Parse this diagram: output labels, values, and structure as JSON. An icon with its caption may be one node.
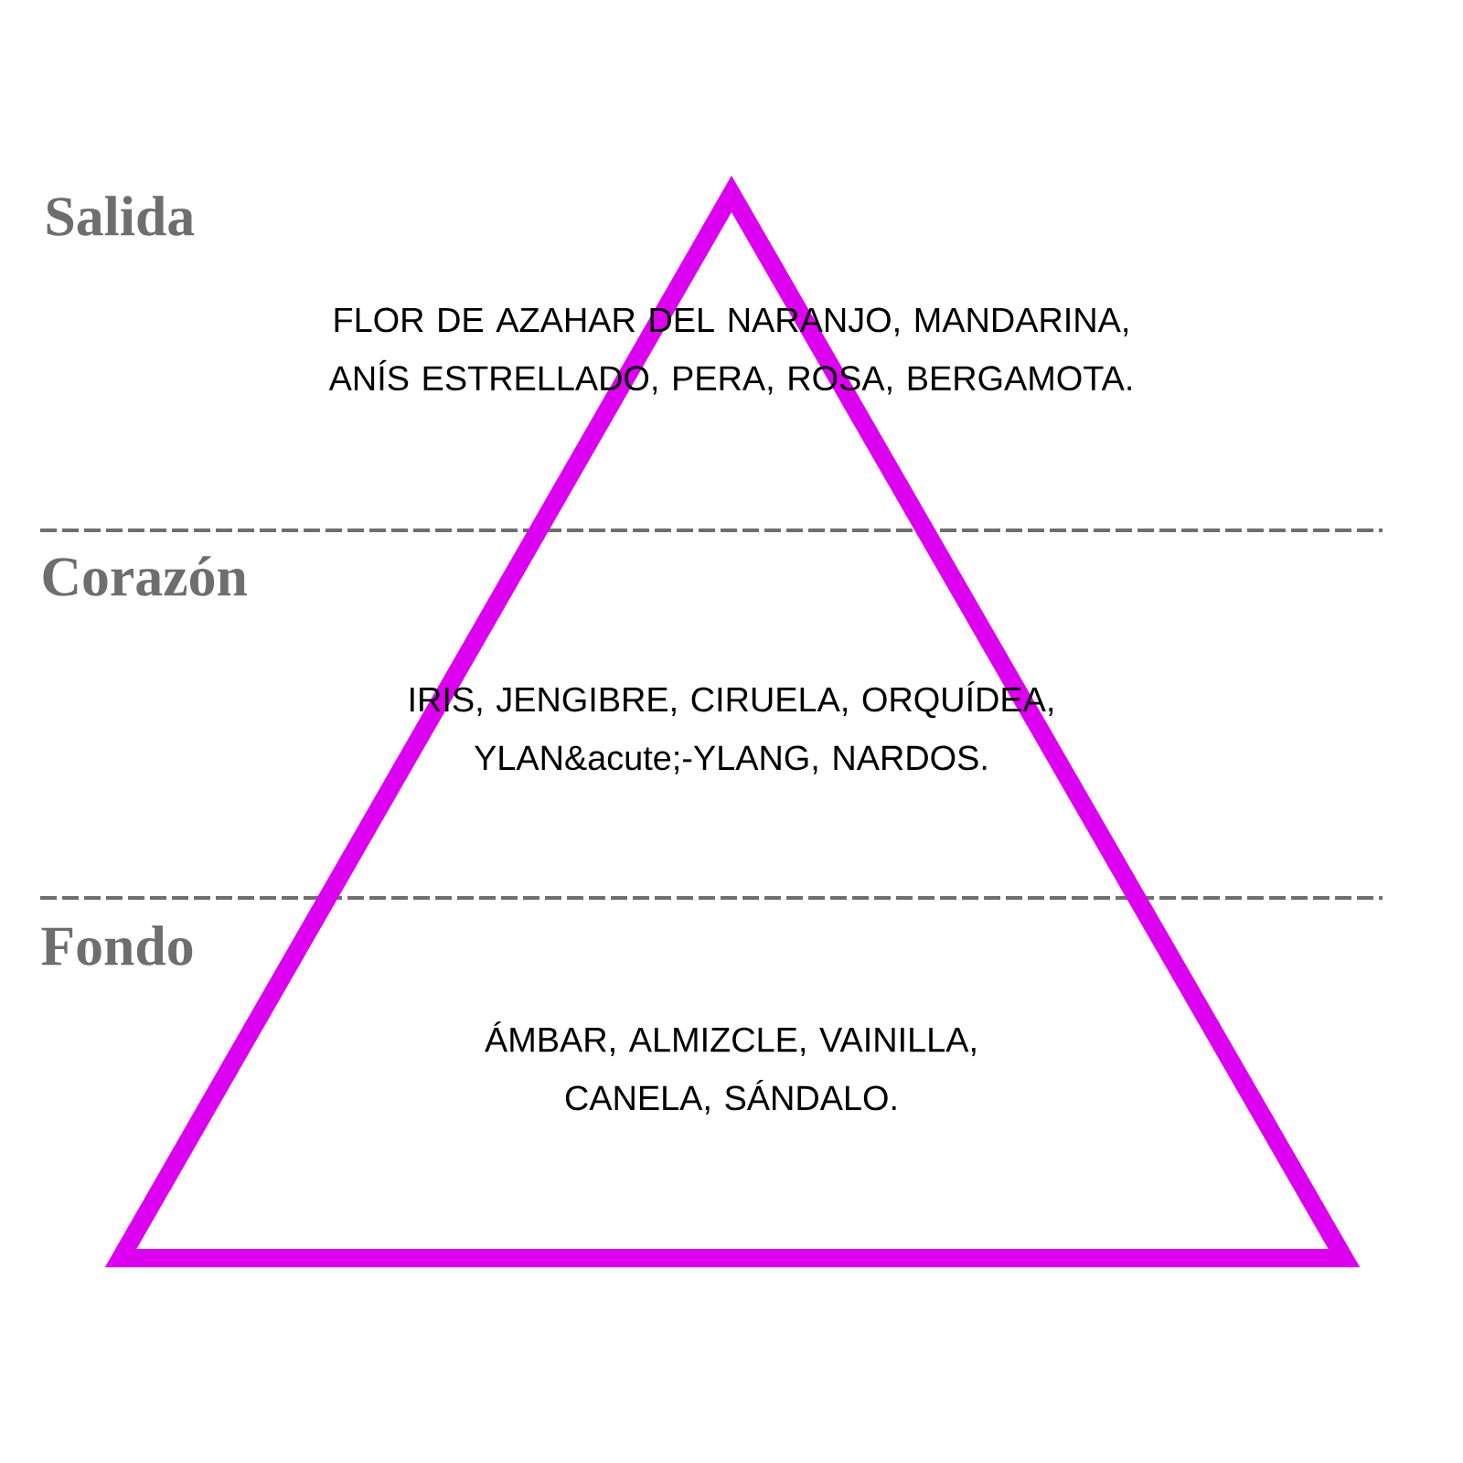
{
  "diagram": {
    "nodes": [
      {
        "text": [
          "Salida",
          "FLOR DE AZAHAR DEL NARANJO, MANDARINA, ANÍS ESTRELLADO, PERA, ROSA, BERGAMOTA."
        ]
      },
      {
        "text": [
          "Corazón",
          "IRIS, JENGIBRE, CIRUELA, ORQUÍDEA, YLAN&acute;-YLANG, NARDOS."
        ]
      },
      {
        "text": [
          "Fondo",
          "ÁMBAR, ALMIZCLE, VAINILLA, CANELA, SÁNDALO."
        ]
      }
    ]
  }
}
